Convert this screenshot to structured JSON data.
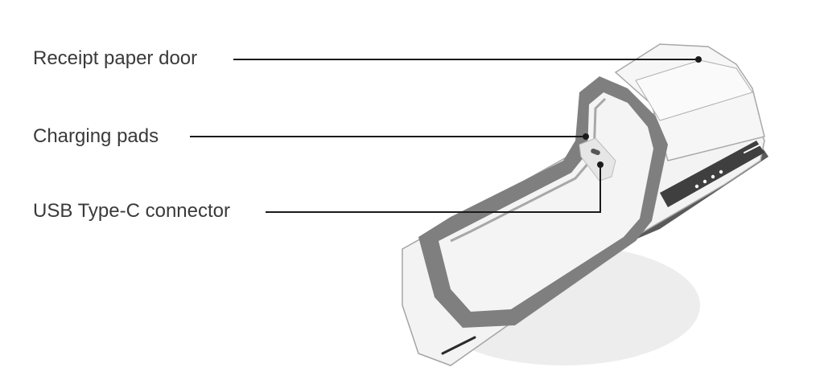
{
  "callouts": {
    "receipt_paper_door": "Receipt paper door",
    "charging_pads": "Charging pads",
    "usb_type_c_connector": "USB Type-C connector"
  },
  "colors": {
    "line": "#1a1a1a",
    "device_body": "#f2f2f2",
    "device_outline": "#9a9a9a",
    "cradle_rim": "#7d7d7d",
    "shadow": "#ececec",
    "dark_panel": "#555555"
  }
}
